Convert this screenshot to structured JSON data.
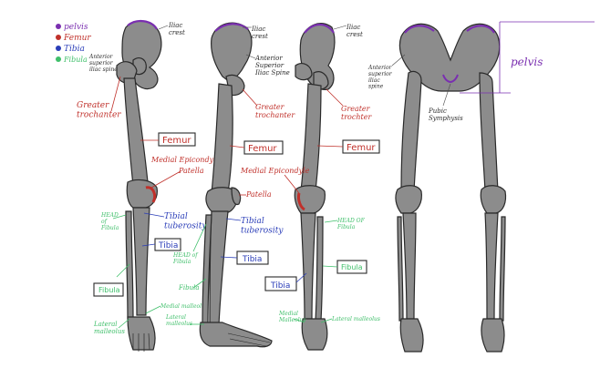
{
  "legend": {
    "items": [
      {
        "label": "pelvis",
        "color": "#7a2fb0"
      },
      {
        "label": "Femur",
        "color": "#c0302a"
      },
      {
        "label": "Tibia",
        "color": "#2a3db8"
      },
      {
        "label": "Fibula",
        "color": "#3fbf6a"
      }
    ]
  },
  "colors": {
    "bone": "#8c8c8c",
    "bone_outline": "#2a2a2a",
    "pelvis": "#7a2fb0",
    "femur": "#c0302a",
    "tibia": "#2a3db8",
    "fibula": "#3fbf6a",
    "neutral": "#4a4a4a"
  },
  "views": {
    "front": {
      "iliac_crest": "Iliac\ncrest",
      "asis": "Anterior\nsuperior\niliac spine",
      "greater_trochanter": "Greater\ntrochanter",
      "femur": "Femur",
      "medial_epicondyle": "Medial Epicondyle",
      "patella": "Patella",
      "tibial_tuberosity": "Tibial\ntuberosity",
      "head_of_fibula": "HEAD\nof\nFibula",
      "tibia": "Tibia",
      "fibula": "Fibula",
      "medial_malleolus": "Medial malleolus",
      "lateral_malleolus": "Lateral\nmalleolus"
    },
    "side": {
      "iliac_crest": "Iliac\ncrest",
      "asis": "Anterior\nSuperior\nIliac Spine",
      "greater_trochanter": "Greater\ntrochanter",
      "femur": "Femur",
      "patella": "Patella",
      "tibial_tuberosity": "Tibial\ntuberosity",
      "head_of_fibula": "HEAD of\nFibula",
      "tibia": "Tibia",
      "fibula": "Fibula",
      "lateral_malleolus": "Lateral\nmalleolus"
    },
    "back": {
      "iliac_crest": "Iliac\ncrest",
      "greater_trochanter": "Greater\ntrochter",
      "femur": "Femur",
      "medial_epicondyle": "Medial Epicondyle",
      "head_of_fibula": "HEAD OF\nFibula",
      "fibula": "Fibula",
      "tibia": "Tibia",
      "medial_malleolus": "Medial\nMalleolus",
      "lateral_malleolus": "Lateral malleolus"
    },
    "pelvis_view": {
      "pelvis": "pelvis",
      "asis": "Anterior\nsuperior\niliac\nspine",
      "pubic_symphysis": "Pubic\nSymphysis"
    }
  }
}
